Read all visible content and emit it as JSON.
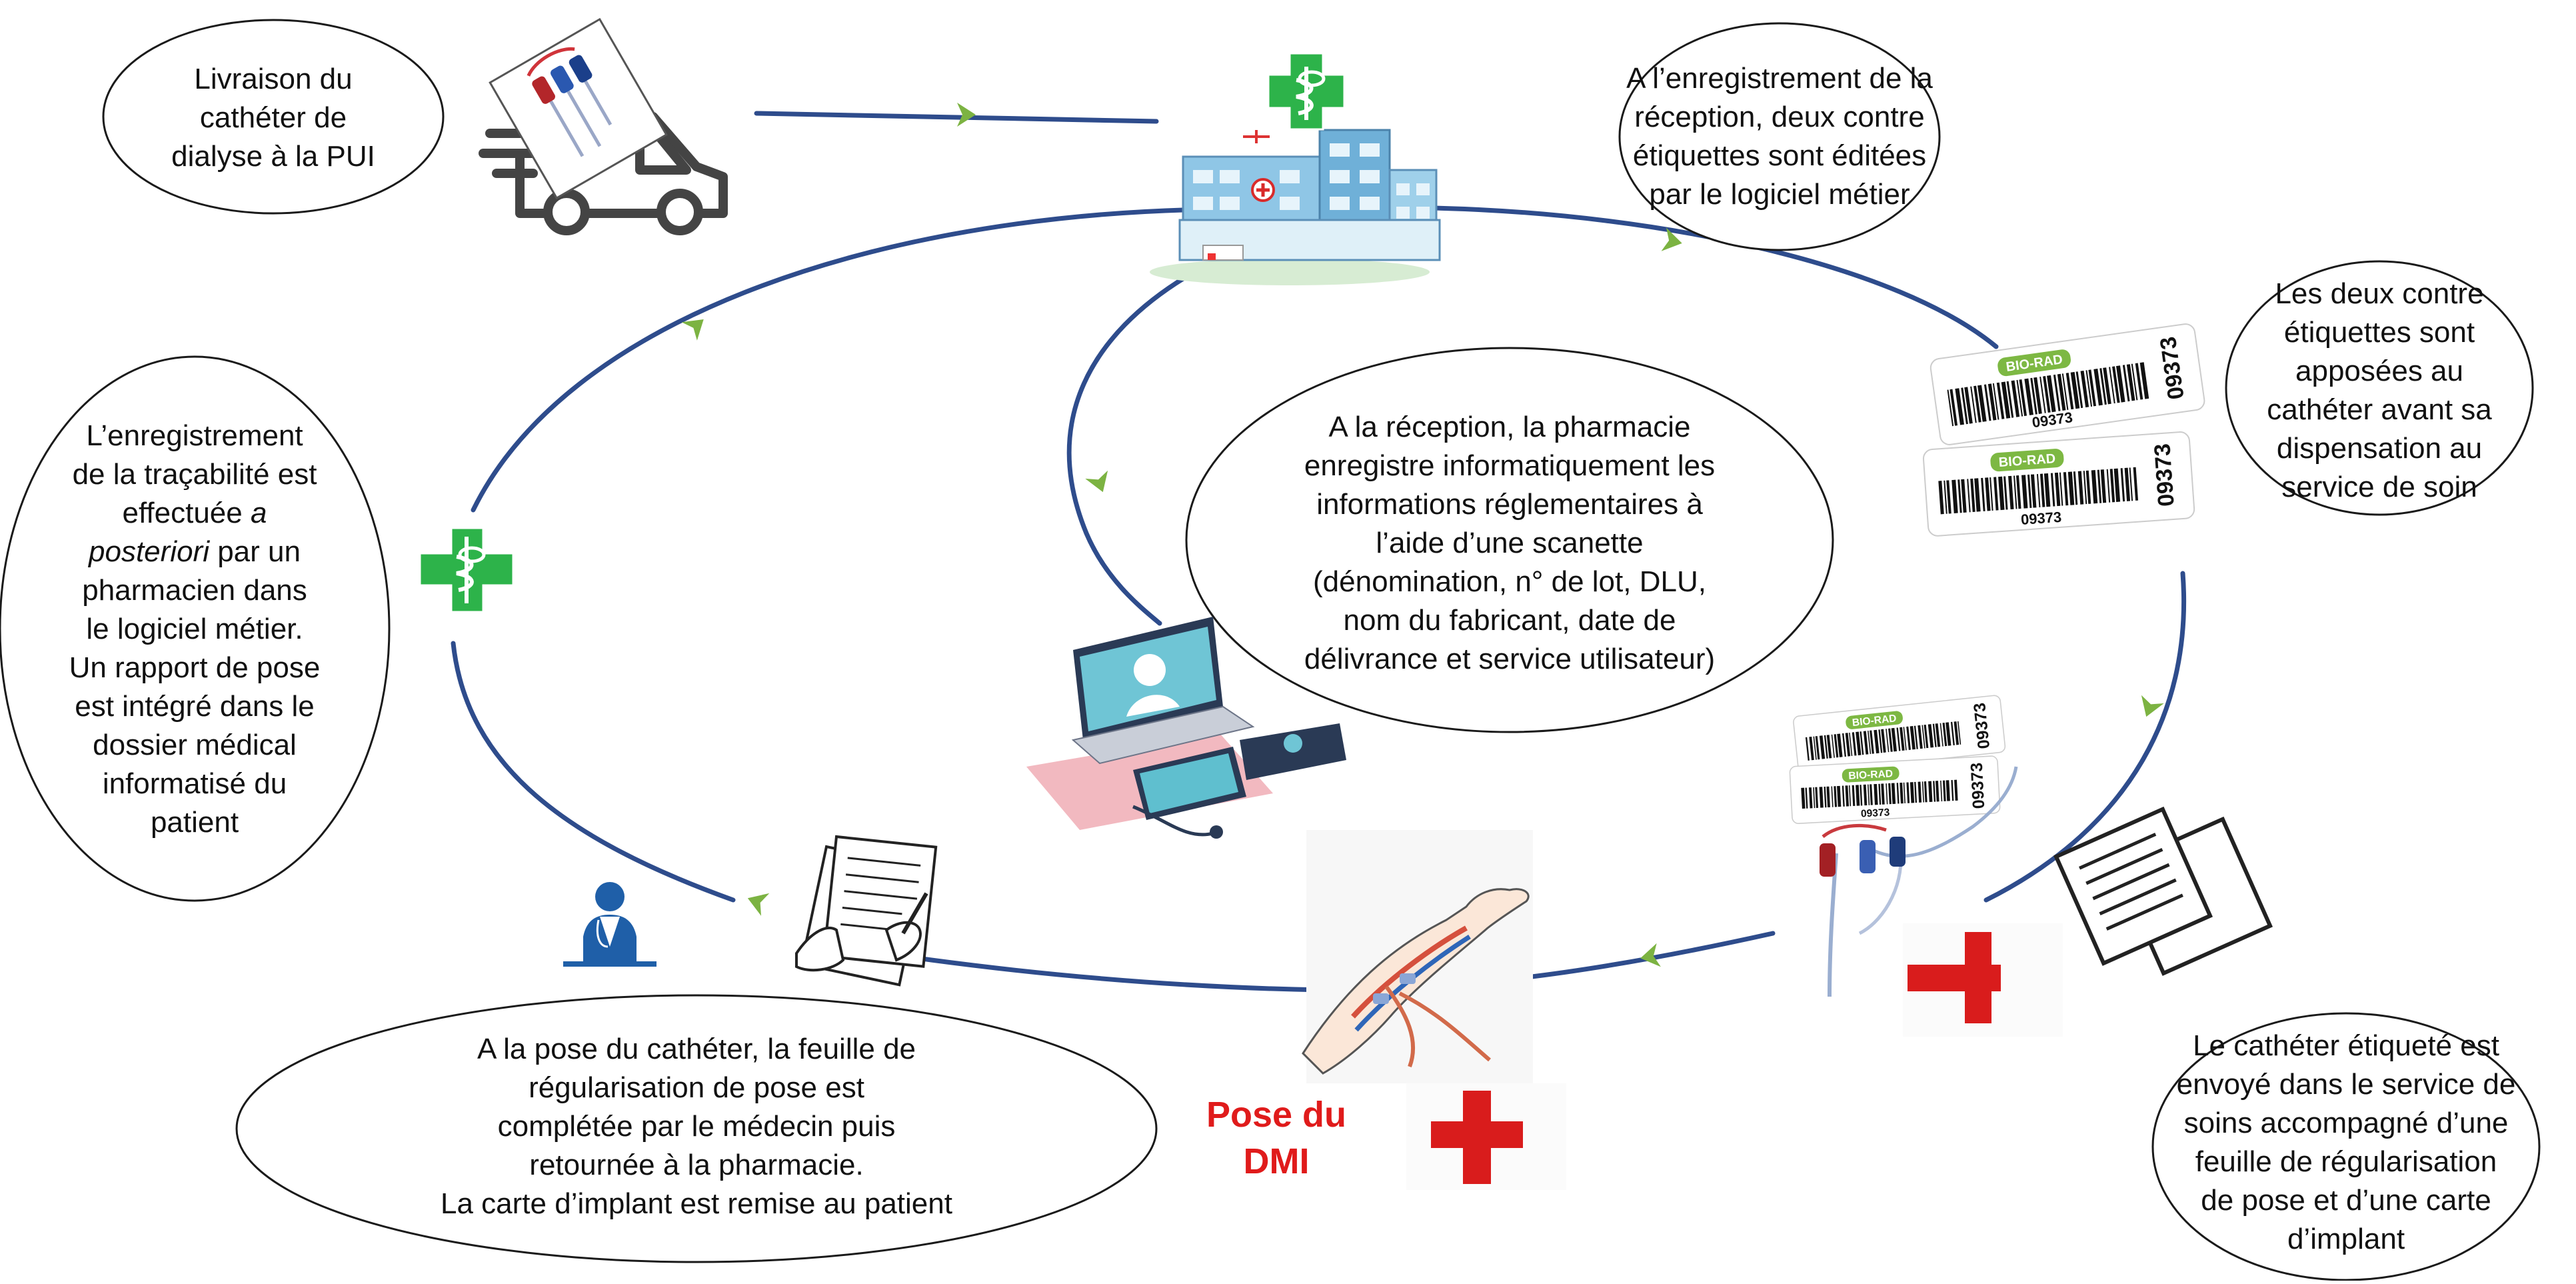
{
  "colors": {
    "cycle_line": "#2E4C8C",
    "arrow_green": "#7CB342",
    "pharmacy_green": "#2DB34A",
    "medical_red": "#D91C1C",
    "pose_text_red": "#E01B1B",
    "bubble_border": "#1a1a1a",
    "text": "#111111",
    "doctor_blue": "#1F5FA8",
    "biorad_green": "#7DB843"
  },
  "icons": {
    "delivery": "delivery-truck-icon",
    "pharmacy_building": "hospital-pharmacy-icon",
    "pharmacy_cross": "pharmacy-cross-icon",
    "labels": "barcode-labels-icon",
    "documents": "documents-icon",
    "medical_cross": "medical-cross-icon",
    "arm": "arm-catheter-icon",
    "laptop": "telemedicine-laptop-icon",
    "signing": "signing-document-icon",
    "doctor": "doctor-icon"
  },
  "bubbles": {
    "livraison": [
      "Livraison du",
      "cathéter de",
      "dialyse à la PUI"
    ],
    "enregistrement_reception": [
      "A l’enregistrement de la",
      "réception, deux contre",
      "étiquettes sont éditées",
      "par le logiciel métier"
    ],
    "contre_etiquettes": [
      "Les deux contre",
      "étiquettes sont",
      "apposées au",
      "cathéter avant sa",
      "dispensation au",
      "service de soin"
    ],
    "reception_pharmacie": [
      "A la réception, la pharmacie",
      "enregistre informatiquement les",
      "informations réglementaires à",
      "l’aide d’une scanette",
      "(dénomination, n° de lot, DLU,",
      "nom du fabricant, date de",
      "délivrance et service utilisateur)"
    ],
    "tracabilite": {
      "line1": "L’enregistrement",
      "line2": "de la traçabilité est",
      "line3_pre": "effectuée ",
      "line3_italic": "a",
      "line4_italic": "posteriori",
      "line4_post": " par un",
      "line5": "pharmacien dans",
      "line6": "le logiciel métier.",
      "line7": "Un rapport de pose",
      "line8": "est intégré dans le",
      "line9": "dossier médical",
      "line10": "informatisé du",
      "line11": "patient"
    },
    "pose_catheter": [
      "A la pose du cathéter, la feuille de",
      "régularisation de pose est",
      "complétée par le médecin puis",
      "retournée à la pharmacie.",
      "La carte d’implant est remise au patient"
    ],
    "envoye_service": [
      "Le cathéter étiqueté est",
      "envoyé dans le service de",
      "soins accompagné d’une",
      "feuille de régularisation",
      "de pose et d’une carte",
      "d’implant"
    ]
  },
  "pose_label": [
    "Pose du",
    "DMI"
  ],
  "barcode": {
    "brand": "BIO-RAD",
    "number": "09373"
  }
}
